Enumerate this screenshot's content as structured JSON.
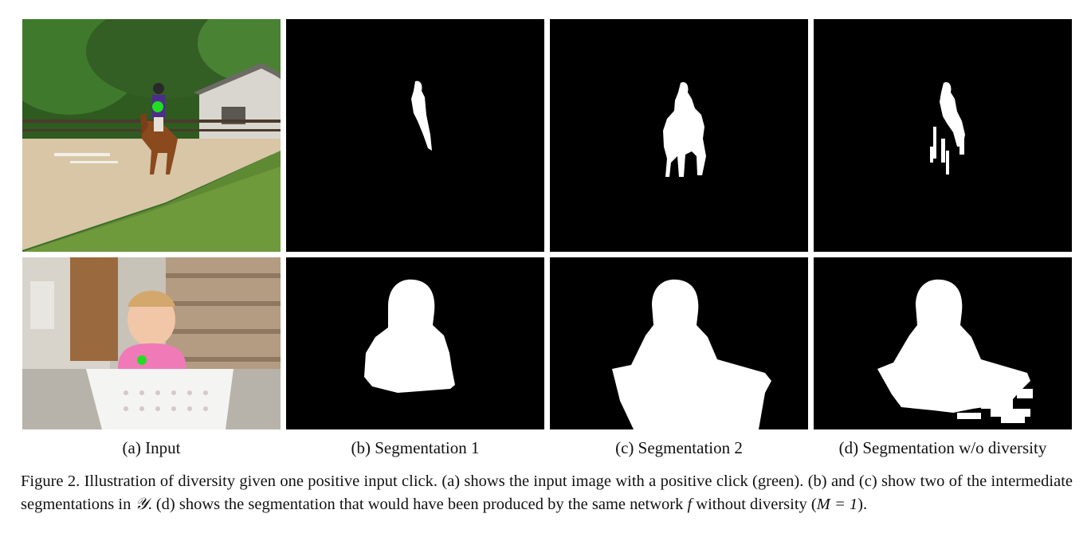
{
  "figure": {
    "subcaptions": {
      "a": "(a) Input",
      "b": "(b) Segmentation 1",
      "c": "(c) Segmentation 2",
      "d": "(d) Segmentation w/o diversity"
    },
    "caption": {
      "label": "Figure 2.",
      "text_1": "Illustration of diversity given one positive input click. (a) shows the input image with a positive click (green). (b) and (c) show two of the intermediate segmentations in",
      "symbol_Y": "𝒴",
      "text_2": ". (d) shows the segmentation that would have been produced by the same network",
      "symbol_f": "f",
      "text_3": "without diversity (",
      "symbol_M_eq": "M = 1",
      "text_4": ")."
    },
    "colors": {
      "mask_foreground": "#ffffff",
      "mask_background": "#000000",
      "positive_click": "#22dd22"
    },
    "panels": {
      "row1": [
        "horse-rider-photo",
        "seg1-rider",
        "seg2-rider-horse",
        "seg-no-diversity-rider"
      ],
      "row2": [
        "baby-basket-photo",
        "seg1-baby",
        "seg2-baby-basket",
        "seg-no-diversity-baby"
      ]
    }
  }
}
